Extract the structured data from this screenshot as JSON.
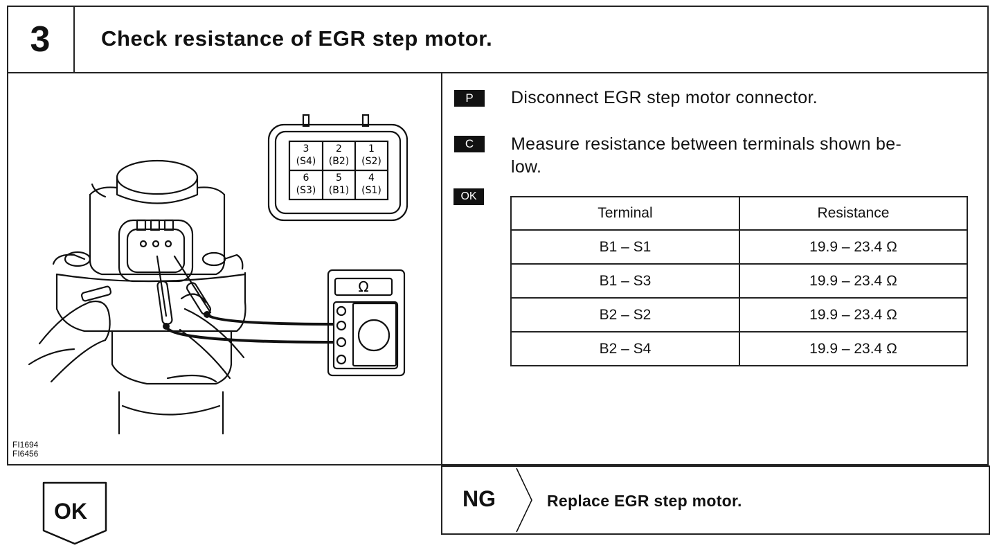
{
  "header": {
    "step_number": "3",
    "title": "Check resistance of EGR step motor."
  },
  "figure": {
    "ids": [
      "FI1694",
      "FI6456"
    ],
    "meter_symbol": "Ω",
    "connector": [
      [
        "3",
        "(S4)"
      ],
      [
        "2",
        "(B2)"
      ],
      [
        "1",
        "(S2)"
      ],
      [
        "6",
        "(S3)"
      ],
      [
        "5",
        "(B1)"
      ],
      [
        "4",
        "(S1)"
      ]
    ]
  },
  "instructions": {
    "p_tag": "P",
    "p_text": "Disconnect EGR step motor connector.",
    "c_tag": "C",
    "c_text_line1": "Measure resistance between terminals shown be-",
    "c_text_line2": "low.",
    "ok_tag": "OK"
  },
  "table": {
    "headers": [
      "Terminal",
      "Resistance"
    ],
    "rows": [
      [
        "B1 – S1",
        "19.9 – 23.4 Ω"
      ],
      [
        "B1 – S3",
        "19.9 – 23.4 Ω"
      ],
      [
        "B2 – S2",
        "19.9 – 23.4 Ω"
      ],
      [
        "B2 – S4",
        "19.9 – 23.4 Ω"
      ]
    ]
  },
  "outcomes": {
    "ok_label": "OK",
    "ng_label": "NG",
    "ng_action": "Replace EGR step motor."
  }
}
